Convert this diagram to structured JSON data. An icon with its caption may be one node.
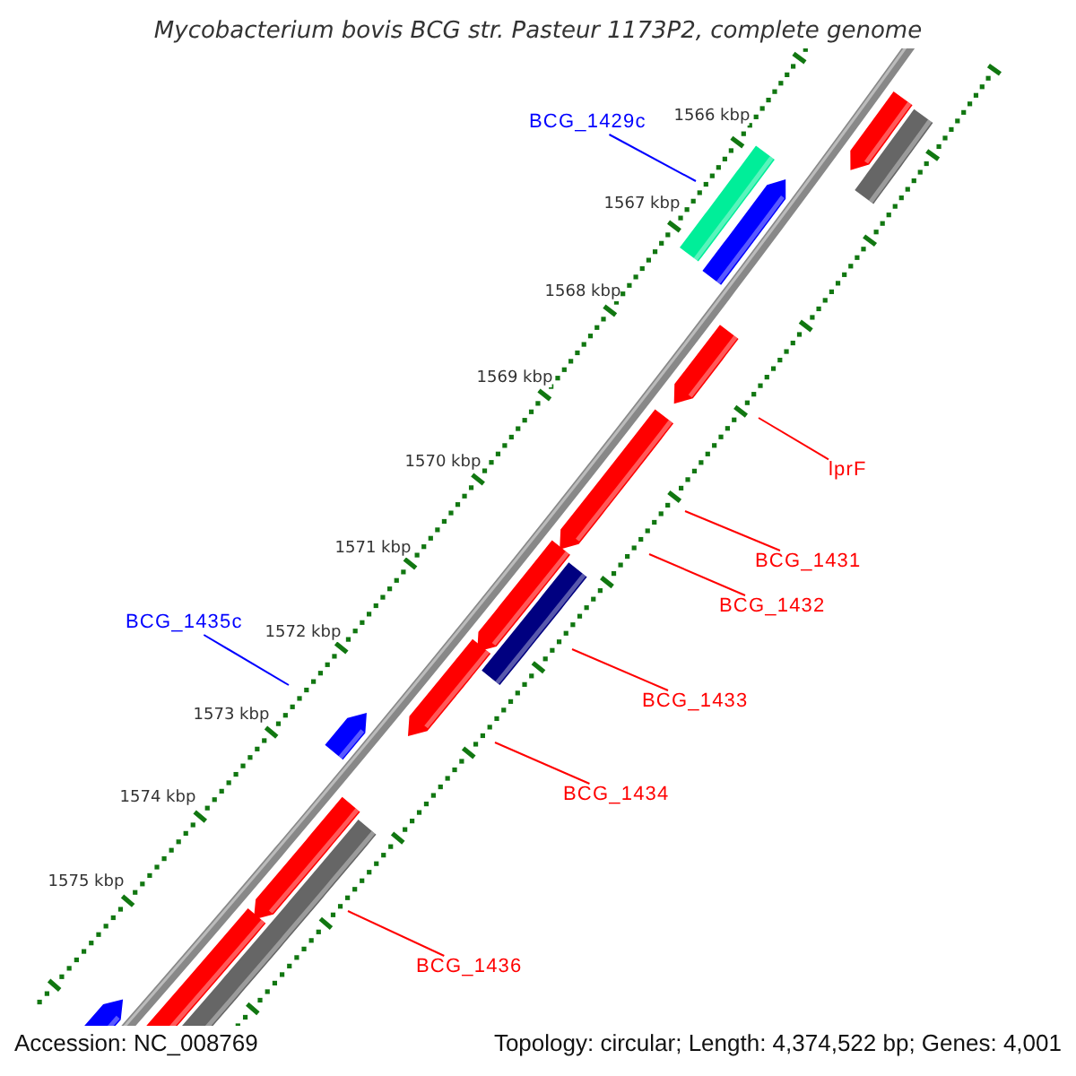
{
  "diagram": {
    "title": "Mycobacterium bovis BCG str. Pasteur 1173P2, complete genome",
    "nodes": [
      {
        "text": [
          "BCG_1429c"
        ]
      },
      {
        "text": [
          "lprF"
        ]
      },
      {
        "text": [
          "BCG_1431"
        ]
      },
      {
        "text": [
          "BCG_1432"
        ]
      },
      {
        "text": [
          "BCG_1435c"
        ]
      },
      {
        "text": [
          "BCG_1433"
        ]
      },
      {
        "text": [
          "BCG_1434"
        ]
      },
      {
        "text": [
          "BCG_1436"
        ]
      }
    ],
    "edges": [
      {
        "from": 0,
        "to": null,
        "arrow": "none",
        "color": "#0000ff"
      },
      {
        "from": 1,
        "to": null,
        "arrow": "none"
      },
      {
        "from": 2,
        "to": null,
        "arrow": "none"
      },
      {
        "from": 3,
        "to": null,
        "arrow": "none"
      },
      {
        "from": 4,
        "to": null,
        "arrow": "none",
        "color": "#0000ff"
      },
      {
        "from": 5,
        "to": null,
        "arrow": "none"
      },
      {
        "from": 6,
        "to": null,
        "arrow": "none"
      },
      {
        "from": 7,
        "to": null,
        "arrow": "none"
      }
    ],
    "labels": [
      "1566 kbp",
      "1567 kbp",
      "1568 kbp",
      "1569 kbp",
      "1570 kbp",
      "1571 kbp",
      "1572 kbp",
      "1573 kbp",
      "1574 kbp",
      "1575 kbp",
      "Accession: NC_008769",
      "Topology: circular; Length: 4,374,522 bp; Genes: 4,001"
    ]
  }
}
